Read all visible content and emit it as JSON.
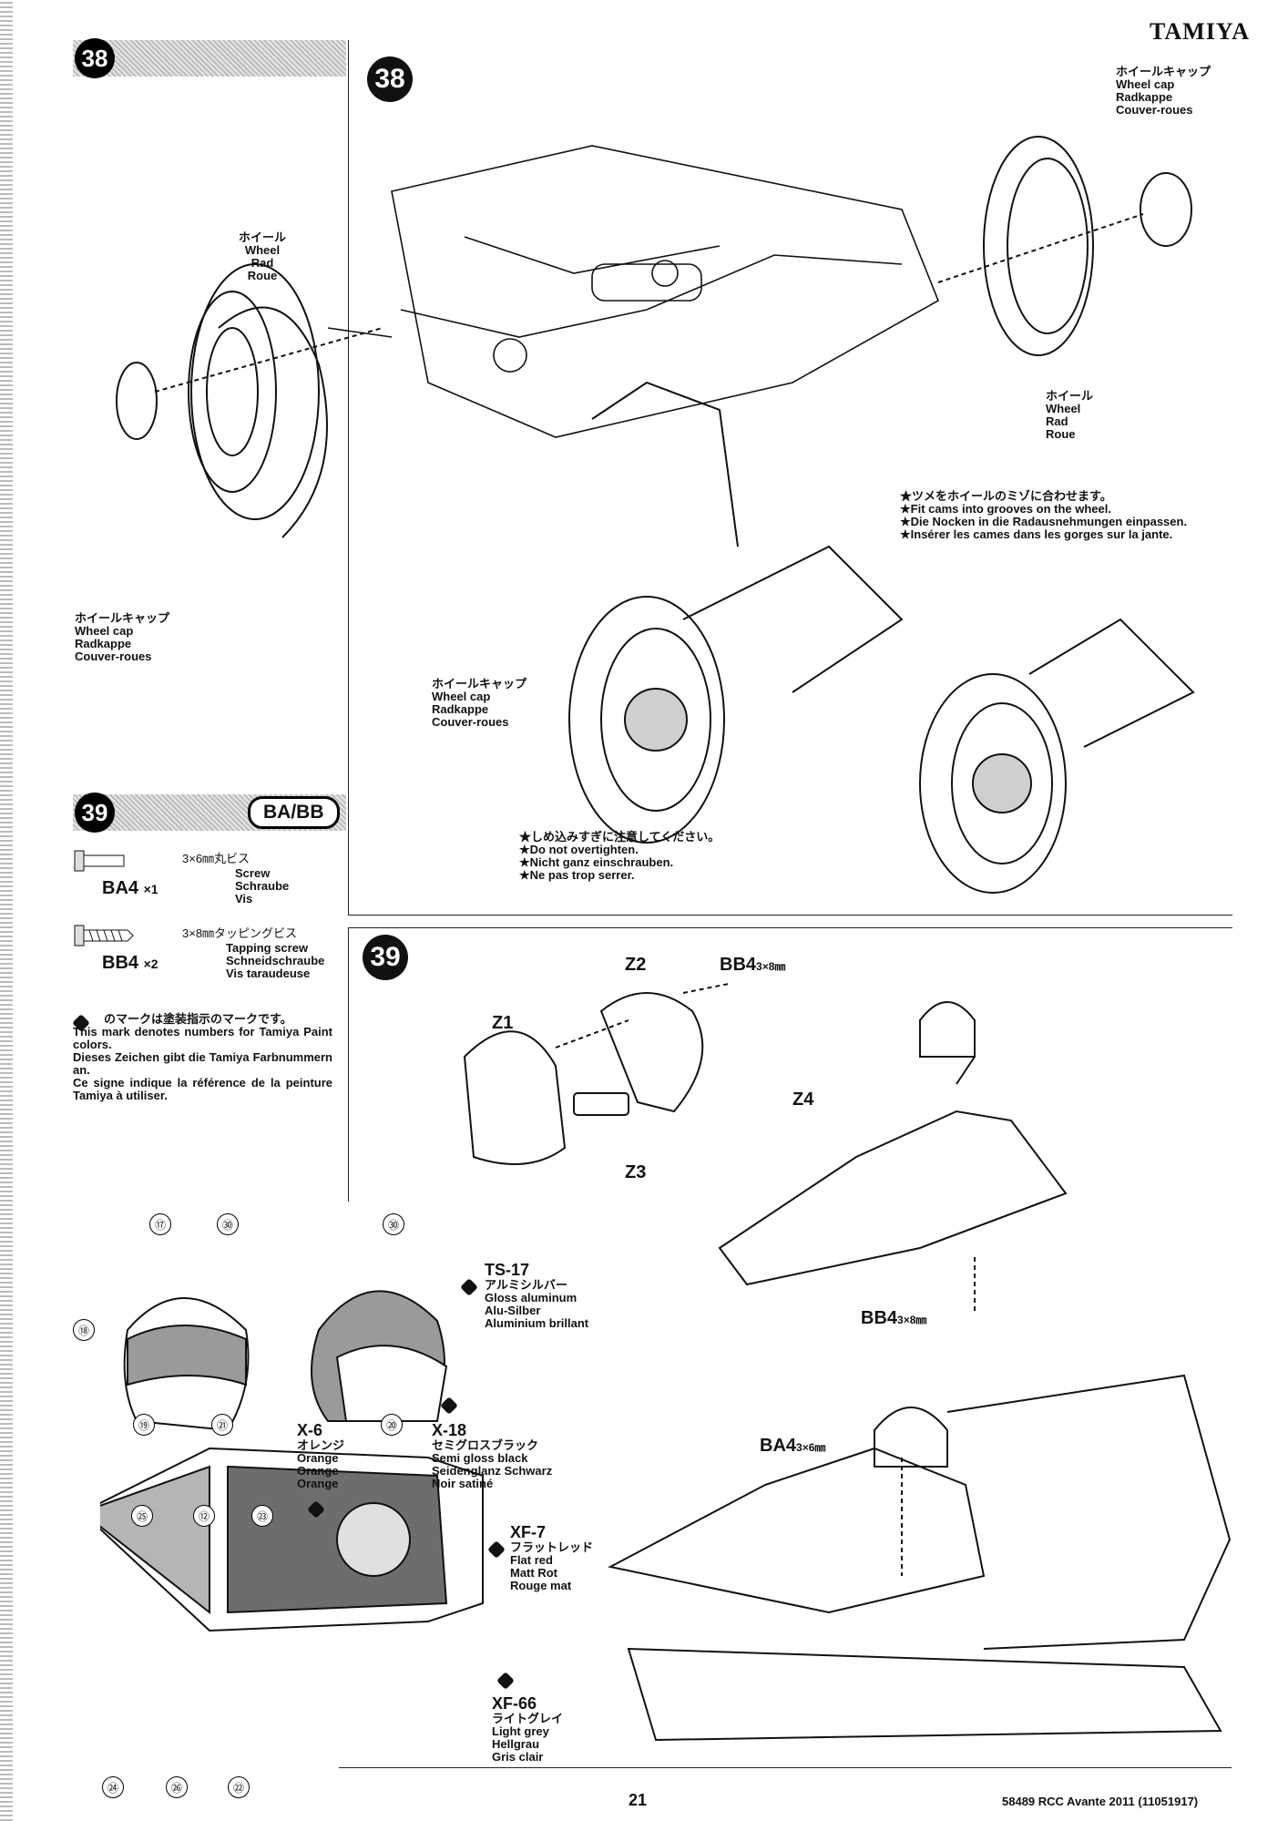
{
  "brand": "TAMIYA",
  "step38": {
    "number": "38",
    "wheel_label": [
      "ホイール",
      "Wheel",
      "Rad",
      "Roue"
    ],
    "wheel_cap_label": [
      "ホイールキャップ",
      "Wheel cap",
      "Radkappe",
      "Couver-roues"
    ],
    "fit_note": [
      "★ツメをホイールのミゾに合わせます。",
      "★Fit cams into grooves on the wheel.",
      "★Die Nocken in die Radausnehmungen einpassen.",
      "★Insérer les cames dans les gorges sur la jante."
    ],
    "tighten_note": [
      "★しめ込みすぎに注意してください。",
      "★Do not overtighten.",
      "★Nicht ganz einschrauben.",
      "★Ne pas trop serrer."
    ]
  },
  "step39": {
    "number": "39",
    "bag": "BA/BB",
    "screws": [
      {
        "code": "BA4",
        "qty": "×1",
        "size": "3×6㎜丸ビス",
        "names": [
          "Screw",
          "Schraube",
          "Vis"
        ]
      },
      {
        "code": "BB4",
        "qty": "×2",
        "size": "3×8㎜タッピングビス",
        "names": [
          "Tapping screw",
          "Schneidschraube",
          "Vis taraudeuse"
        ]
      }
    ],
    "paint_mark_note": [
      "のマークは塗装指示のマークです。",
      "This mark denotes numbers for Tamiya Paint colors.",
      "Dieses Zeichen gibt die Tamiya Farbnummern an.",
      "Ce signe indique la référence de la peinture Tamiya à utiliser."
    ],
    "parts": {
      "z1": "Z1",
      "z2": "Z2",
      "z3": "Z3",
      "z4": "Z4"
    },
    "bb4_top": "BB4",
    "bb4_top_size": "3×8㎜",
    "bb4_bottom": "BB4",
    "bb4_bottom_size": "3×8㎜",
    "ba4": "BA4",
    "ba4_size": "3×6㎜",
    "decal_numbers": [
      "⑰",
      "㉚",
      "⑱",
      "⑲",
      "㉑",
      "㉚",
      "⑳",
      "㉕",
      "⑫",
      "㉓",
      "㉔",
      "㉖",
      "㉒"
    ],
    "paints": {
      "ts17": {
        "code": "TS-17",
        "names": [
          "アルミシルバー",
          "Gloss aluminum",
          "Alu-Silber",
          "Aluminium brillant"
        ]
      },
      "x18": {
        "code": "X-18",
        "names": [
          "セミグロスブラック",
          "Semi gloss black",
          "Seidenglanz Schwarz",
          "Noir satiné"
        ]
      },
      "x6": {
        "code": "X-6",
        "names": [
          "オレンジ",
          "Orange",
          "Orange",
          "Orange"
        ]
      },
      "xf7": {
        "code": "XF-7",
        "names": [
          "フラットレッド",
          "Flat red",
          "Matt Rot",
          "Rouge mat"
        ]
      },
      "xf66": {
        "code": "XF-66",
        "names": [
          "ライトグレイ",
          "Light grey",
          "Hellgrau",
          "Gris clair"
        ]
      }
    }
  },
  "footer": {
    "page": "21",
    "doc": "58489 RCC Avante 2011 (11051917)"
  }
}
